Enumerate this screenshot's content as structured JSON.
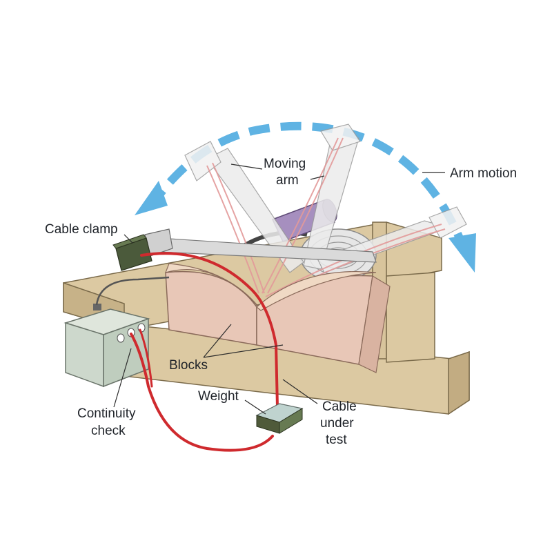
{
  "labels": {
    "moving_arm_line1": "Moving",
    "moving_arm_line2": "arm",
    "arm_motion": "Arm motion",
    "cable_clamp": "Cable clamp",
    "blocks": "Blocks",
    "weight": "Weight",
    "cable_under_test_line1": "Cable",
    "cable_under_test_line2": "under",
    "cable_under_test_line3": "test",
    "continuity_check_line1": "Continuity",
    "continuity_check_line2": "check"
  },
  "colors": {
    "arrow": "#5fb3e3",
    "cable": "#cf2a2e",
    "wood": "#dcc9a2",
    "blocks": "#e8c7b7",
    "box": "#cdd8cc",
    "clamp": "#4b5a3b",
    "motor": "#a68fbf"
  }
}
